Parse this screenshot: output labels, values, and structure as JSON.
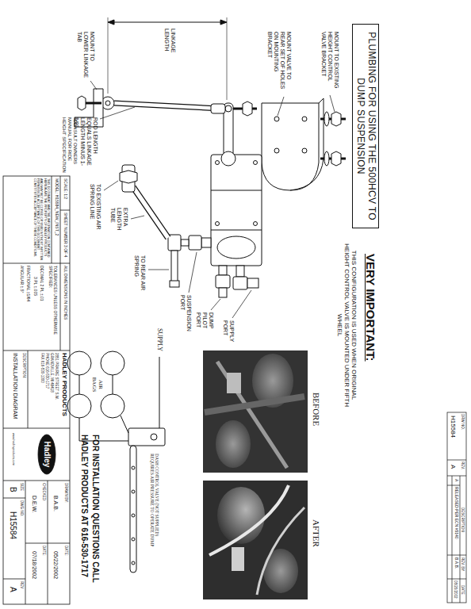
{
  "diagram": {
    "title": "PLUMBING FOR USING THE 500HCV TO DUMP SUSPENSION",
    "labels": [
      "VERY IMPORTANT:",
      "THIS CONFIGURATION IS USED WHEN ORIGINAL HEIGHT CONTROL VALVE IS MOUNTED UNDER FIFTH WHEEL",
      "MOUNT TO EXISTING HEIGHT CONTROL VALVE BRACKET",
      "MOUNT VALVE TO REAR SET OF HOLES ON MOUNTING BRACKET",
      "LINKAGE LENGTH",
      "MOUNT TO LOWER LINKAGE TAB",
      "ROD LENGTH EQUALS LINKAGE LENGTH MINUS 1-5/8\"",
      "*CONSULT OWNERS MANUAL FOR RIDE HEIGHT SPECIFICATION",
      "TO EXISTING AIR SPRING LINE",
      "EXTRA LENGTH TUBE",
      "TO REAR AIR SPRING",
      "SUSPENSION PORT",
      "DUMP PILOT PORT",
      "SUPPLY PORT",
      "BEFORE",
      "AFTER",
      "SUPPLY",
      "AIR BAGS",
      "DASH CONTROL VALVE (NOT SUPPLIED) REQUIRES AIR PRESSURE TO OPERATE DUMP",
      "FOR INSTALLATION QUESTIONS CALL",
      "HADLEY PRODUCTS AT 616-530-1717",
      "DRW NO.",
      "H15584",
      "REV.",
      "A",
      "DESCRIPTION",
      "REV. BY",
      "DATE",
      "A",
      "RELEASED PER ECN #5140",
      "B.A.B.",
      "08/20/2002",
      "SCALE: 1:2",
      "SHEET NUMBER 3 OF 4",
      "ALL DIMENSIONS IN INCHES",
      "MODEL: H15584_NEW_INST_2",
      "THIS DOCUMENT AND THE INFORMATION CONTAINED HEREIN ARE THE PROPERTY OF HADLEY PRODUCTS AND MAY NOT BE COPIED OR USED WITHOUT WRITTEN PERMISSION. ACCEPTANCE OF THIS DOCUMENT CONSTITUTES ACCEPTANCE OF THESE CONDITIONS.",
      "TOLERANCES UNLESS OTHERWISE SPECIFIED:",
      "DECIMAL 2 PL ±.01",
      "3 PL ±.005",
      "FRACTIONAL ±1/64",
      "ANGULAR ±.5°",
      "HADLEY PRODUCTS",
      "2851 PRAIRIE STREET S.W.",
      "GRANDVILLE, MI 49418",
      "PHONE 616-530-1717",
      "FAX 616-530-1300",
      "DESCRIPTION:",
      "INSTALLATION DIAGRAM",
      "Hadley",
      "www.hadleyproducts.com",
      "DRAWN BY:",
      "B.A.B.",
      "DATE:",
      "05/22/2002",
      "CHECKED:",
      "D.E.W.",
      "DATE:",
      "07/18/2002",
      "SIZE",
      "B",
      "DWG NO.",
      "H15584",
      "REV",
      "A"
    ]
  }
}
